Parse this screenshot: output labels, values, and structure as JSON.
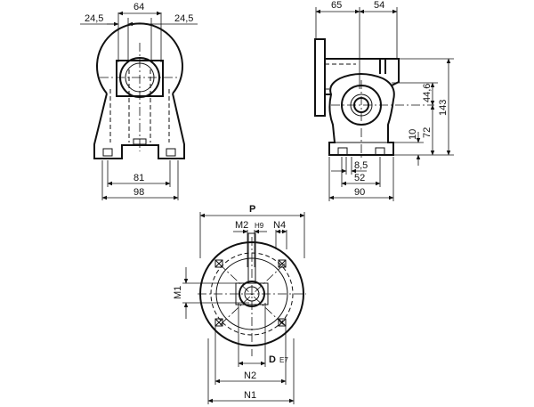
{
  "front_view": {
    "dim_top": "64",
    "dim_left_offset": "24,5",
    "dim_right_offset": "24,5",
    "dim_base_inner": "81",
    "dim_base_outer": "98"
  },
  "side_view": {
    "dim_top_left": "65",
    "dim_top_right": "54",
    "dim_height_center": "44,6",
    "dim_height_total": "143",
    "dim_height_axis": "72",
    "dim_foot": "10",
    "dim_bottom_small": "8,5",
    "dim_bottom_mid": "52",
    "dim_bottom_total": "90"
  },
  "flange_view": {
    "label_p": "P",
    "label_m2": "M2",
    "label_h9": "H9",
    "label_n4": "N4",
    "label_m1": "M1",
    "label_d": "D",
    "label_e7": "E7",
    "label_n2": "N2",
    "label_n1": "N1"
  }
}
